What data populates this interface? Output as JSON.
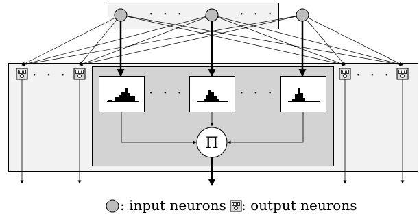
{
  "operator_symbol": "Π",
  "ellipsis": "· · ·",
  "legend": {
    "input_label": ": input neurons",
    "output_label": ": output neurons"
  },
  "colors": {
    "input_neuron_fill": "#bdbdbd",
    "outer_box_fill": "#f2f2f2",
    "inner_box_fill": "#d3d3d3",
    "line": "#000000"
  },
  "icons": [
    "input-neuron-icon",
    "output-neuron-icon",
    "histogram-icon",
    "product-operator-icon"
  ]
}
